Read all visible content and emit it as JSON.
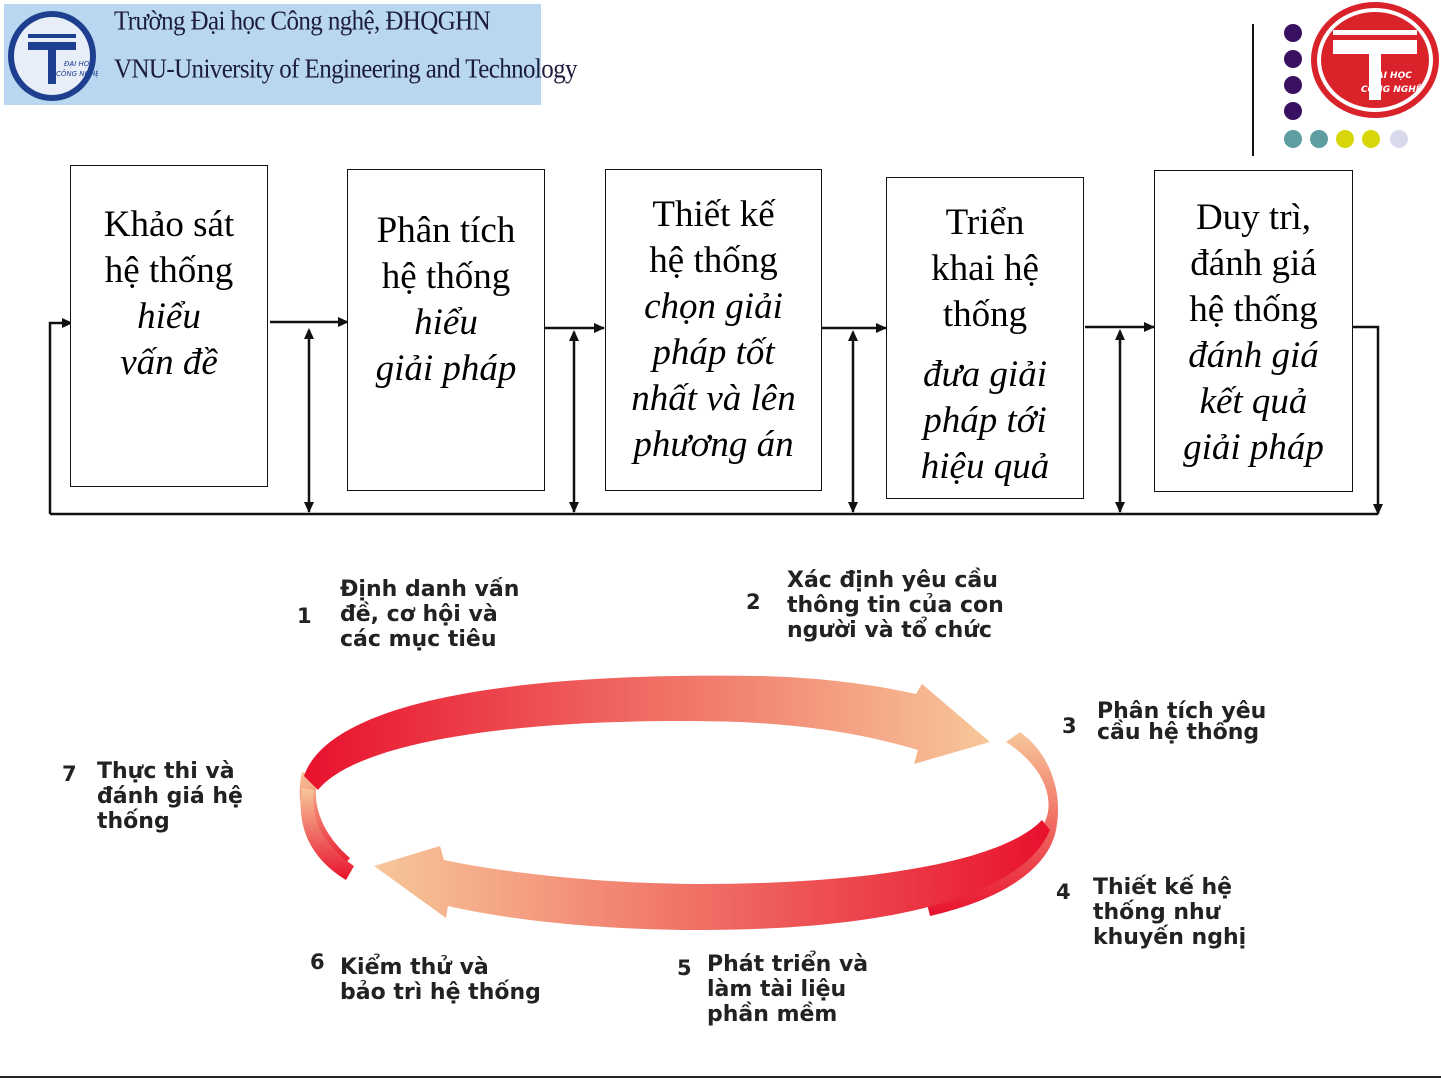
{
  "header": {
    "line1": "Trường Đại học Công nghệ, ĐHQGHN",
    "line2": "VNU-University  of Engineering  and Technology",
    "logo_text_top": "ĐẠI HỌC",
    "logo_text_bottom": "CÔNG NGHỆ",
    "dot_colors": [
      "#3a1060",
      "#3a1060",
      "#3a1060",
      "#3a1060",
      "#5f9ea0",
      "#5f9ea0",
      "#d6d60a",
      "#d6d60a",
      "#d9d9ec"
    ]
  },
  "flow": {
    "steps": [
      {
        "title": "Khảo sát\nhệ thống",
        "desc": "hiểu\nvấn đề"
      },
      {
        "title": "Phân tích\nhệ thống",
        "desc": "hiểu\ngiải pháp"
      },
      {
        "title": "Thiết kế\nhệ thống",
        "desc": "chọn giải\npháp tốt\nnhất và lên\nphương án"
      },
      {
        "title": "Triển\nkhai hệ\nthống",
        "desc": "đưa giải\npháp tới\nhiệu quả"
      },
      {
        "title": "Duy trì,\nđánh giá\nhệ thống",
        "desc": "đánh giá\nkết quả\ngiải pháp"
      }
    ]
  },
  "cycle": {
    "stages": [
      {
        "num": "1",
        "label": "Định danh vấn\nđề, cơ hội và\ncác mục tiêu"
      },
      {
        "num": "2",
        "label": "Xác định yêu cầu\nthông tin của con\nngười và tổ chức"
      },
      {
        "num": "3",
        "label": "Phân tích yêu\ncầu hệ thống"
      },
      {
        "num": "4",
        "label": "Thiết kế hệ\nthống như\nkhuyến nghị"
      },
      {
        "num": "5",
        "label": "Phát triển và\nlàm tài liệu\nphần mềm"
      },
      {
        "num": "6",
        "label": "Kiểm thử và\nbảo trì hệ thống"
      },
      {
        "num": "7",
        "label": "Thực thi và\nđánh giá hệ\nthống"
      }
    ],
    "colors": {
      "deep": "#e8112d",
      "light": "#f7c79a"
    }
  }
}
